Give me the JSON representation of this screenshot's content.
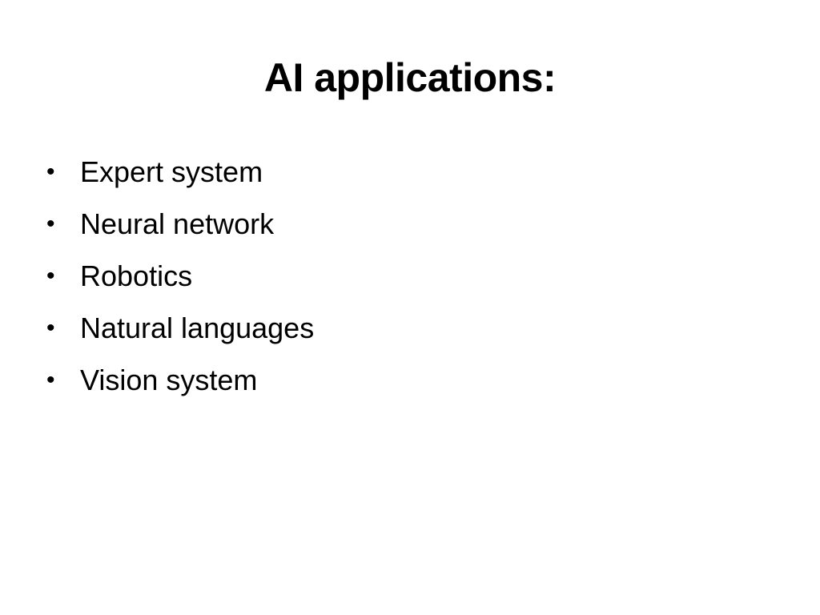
{
  "slide": {
    "title": "AI applications:",
    "bullet_glyph": "•",
    "bullets": [
      "Expert system",
      "Neural network",
      "Robotics",
      "Natural languages",
      "Vision system"
    ]
  }
}
